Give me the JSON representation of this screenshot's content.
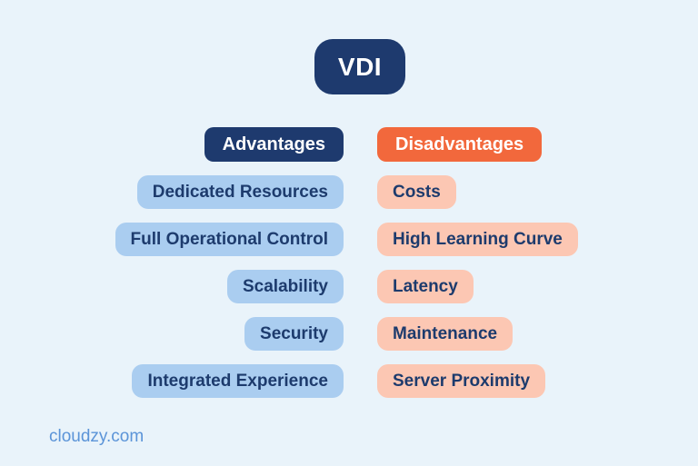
{
  "page": {
    "background_color": "#e9f3fa",
    "text_color": "#1d3b6d"
  },
  "title": {
    "label": "VDI",
    "background_color": "#1e3a6e",
    "text_color": "#ffffff"
  },
  "advantages": {
    "header": "Advantages",
    "header_background": "#1e3a6e",
    "item_background": "#aacdf0",
    "items": [
      "Dedicated Resources",
      "Full Operational Control",
      "Scalability",
      "Security",
      "Integrated Experience"
    ]
  },
  "disadvantages": {
    "header": "Disadvantages",
    "header_background": "#f2683c",
    "item_background": "#fcc7b3",
    "items": [
      "Costs",
      "High Learning Curve",
      "Latency",
      "Maintenance",
      "Server Proximity"
    ]
  },
  "footer": {
    "brand": "cloudzy.com",
    "color": "#5b94d8"
  }
}
